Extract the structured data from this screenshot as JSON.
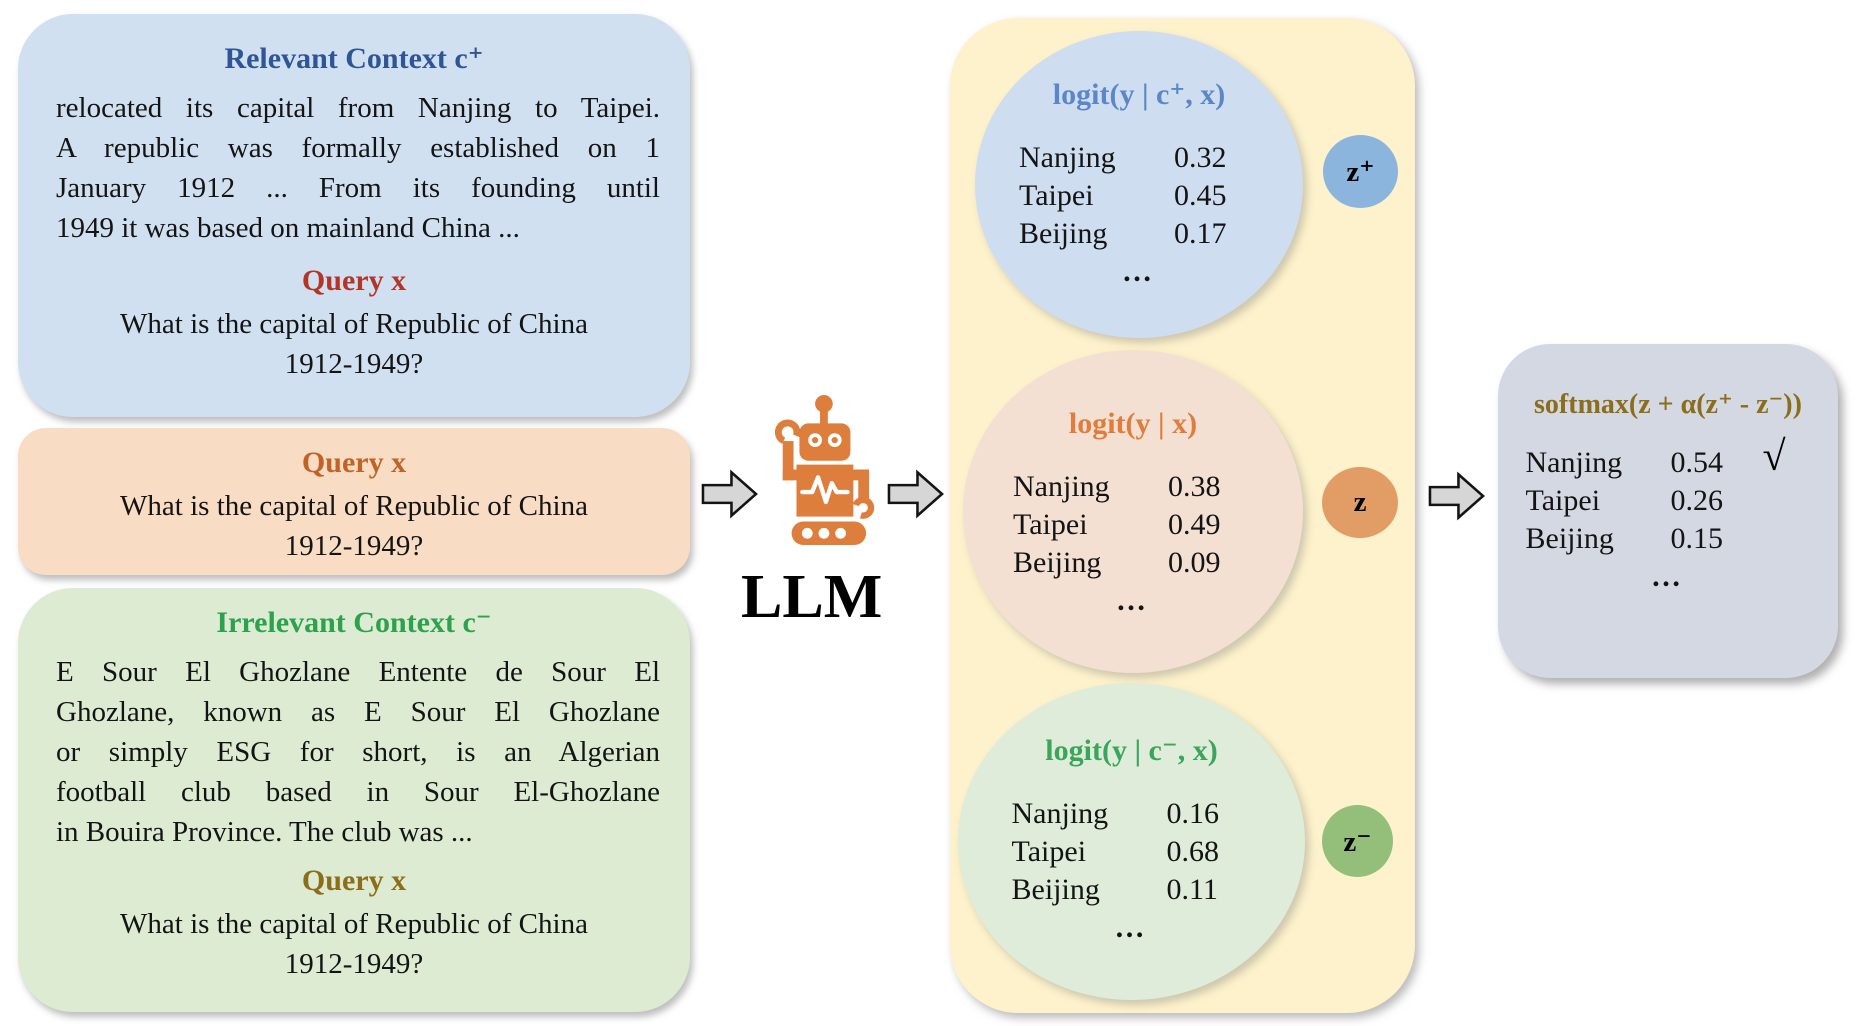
{
  "left_column": {
    "relevant_box": {
      "title": "Relevant Context c⁺",
      "body_lines": [
        "relocated its capital from Nanjing to Taipei.",
        "A republic was formally established on 1",
        "January 1912 ... From its founding until",
        "1949 it was based on mainland China ..."
      ],
      "query_label": "Query x",
      "query_lines": [
        "What is the capital of Republic of China",
        "1912-1949?"
      ]
    },
    "query_box": {
      "query_label": "Query x",
      "query_lines": [
        "What is the capital of Republic of China",
        "1912-1949?"
      ]
    },
    "irrelevant_box": {
      "title": "Irrelevant Context c⁻",
      "body_lines": [
        "E Sour El Ghozlane Entente de Sour El",
        "Ghozlane, known as E Sour El Ghozlane",
        "or simply ESG for short, is an Algerian",
        "football club based in Sour El-Ghozlane",
        "in Bouira Province. The club was ..."
      ],
      "query_label": "Query x",
      "query_lines": [
        "What is the capital of Republic of China",
        "1912-1949?"
      ]
    }
  },
  "llm": {
    "label": "LLM",
    "icon": "robot-icon"
  },
  "logits_panel": {
    "positive": {
      "label": "logit(y | c⁺, x)",
      "rows": [
        {
          "token": "Nanjing",
          "value": "0.32"
        },
        {
          "token": "Taipei",
          "value": "0.45"
        },
        {
          "token": "Beijing",
          "value": "0.17"
        }
      ],
      "ellipsis": "…",
      "badge": "z⁺"
    },
    "query_only": {
      "label": "logit(y | x)",
      "rows": [
        {
          "token": "Nanjing",
          "value": "0.38"
        },
        {
          "token": "Taipei",
          "value": "0.49"
        },
        {
          "token": "Beijing",
          "value": "0.09"
        }
      ],
      "ellipsis": "…",
      "badge": "z"
    },
    "negative": {
      "label": "logit(y | c⁻, x)",
      "rows": [
        {
          "token": "Nanjing",
          "value": "0.16"
        },
        {
          "token": "Taipei",
          "value": "0.68"
        },
        {
          "token": "Beijing",
          "value": "0.11"
        }
      ],
      "ellipsis": "…",
      "badge": "z⁻"
    }
  },
  "output_box": {
    "title": "softmax(z + α(z⁺ - z⁻))",
    "rows": [
      {
        "token": "Nanjing",
        "value": "0.54",
        "mark": "√"
      },
      {
        "token": "Taipei",
        "value": "0.26",
        "mark": ""
      },
      {
        "token": "Beijing",
        "value": "0.15",
        "mark": ""
      }
    ],
    "ellipsis": "…"
  },
  "colors": {
    "relevant_title": "#2e5596",
    "relevant_box_bg": "#d1e0f1",
    "query_red": "#b23527",
    "query_box_bg": "#f8dcc3",
    "query_orange": "#c06327",
    "irrelevant_title": "#2ca24c",
    "irrelevant_box_bg": "#dcebd2",
    "query_olive": "#8c6d1a",
    "panel_bg": "#fdf2cb",
    "logit_positive": "#5b86c8",
    "logit_query": "#e07c3c",
    "logit_negative": "#3ba55b",
    "badge_positive": "#8bb5dd",
    "badge_query": "#e29d67",
    "badge_negative": "#93bf7b",
    "output_box_bg": "#d3d8e2",
    "softmax_title": "#8c6d1a",
    "robot": "#dd7e3c",
    "arrow_fill": "#d6d6d6"
  },
  "icons": {
    "llm": "robot-icon",
    "flow": "block-arrow-icon",
    "correct_answer": "check-icon"
  }
}
